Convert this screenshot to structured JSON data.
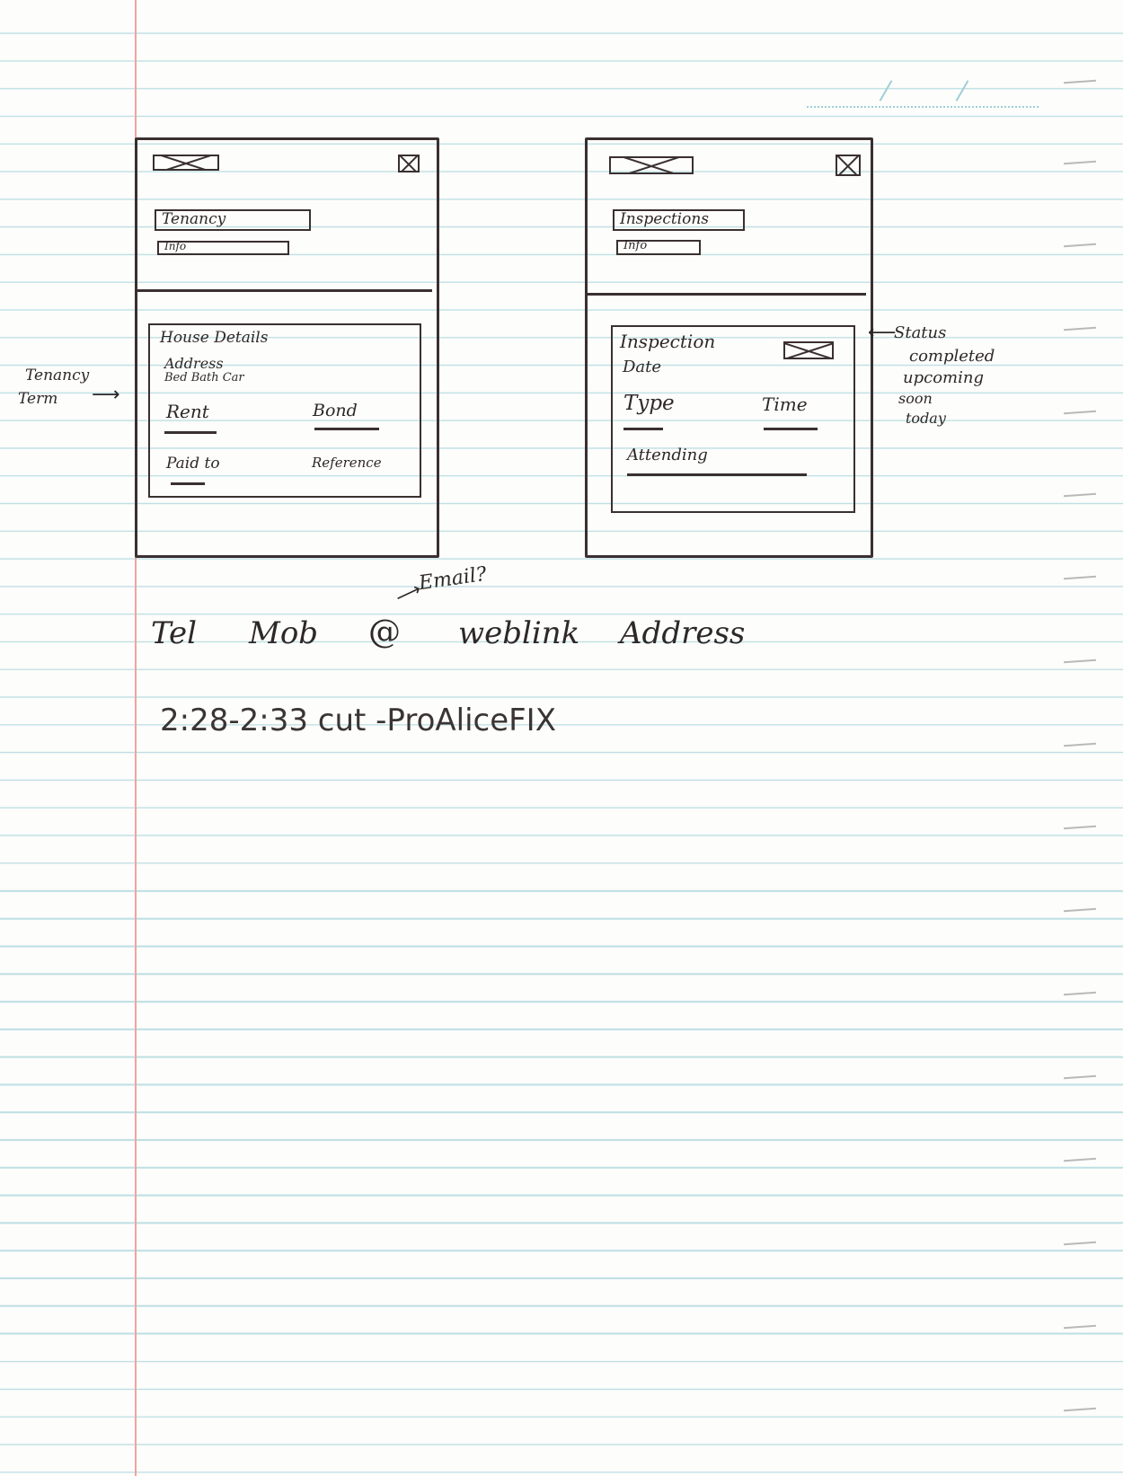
{
  "left_sketch": {
    "title_field": "Tenancy",
    "info_field": "Info",
    "house_details": "House Details",
    "address": "Address",
    "bed_bath_car": "Bed Bath Car",
    "rent": "Rent",
    "bond": "Bond",
    "paid_to": "Paid to",
    "reference": "Reference"
  },
  "right_sketch": {
    "title_field": "Inspections",
    "info_field": "Info",
    "inspection": "Inspection",
    "date": "Date",
    "type": "Type",
    "time": "Time",
    "attending": "Attending"
  },
  "annotations": {
    "tenancy_term": [
      "Tenancy",
      "Term"
    ],
    "status": [
      "Status",
      "completed",
      "upcoming",
      "soon",
      "today"
    ],
    "email": "Email?"
  },
  "contact_line": {
    "tel": "Tel",
    "mob": "Mob",
    "at": "@",
    "weblink": "weblink",
    "address": "Address"
  },
  "time_note": "2:28-2:33 cut -ProAliceFIX"
}
